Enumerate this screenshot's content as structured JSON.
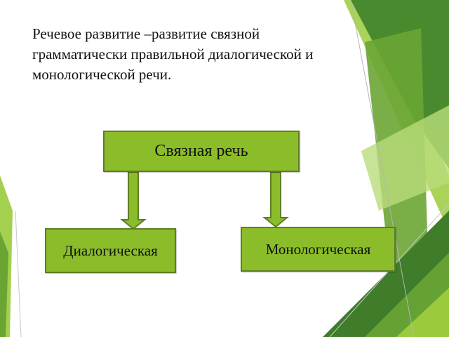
{
  "heading": {
    "line1": "Речевое развитие  –развитие связной",
    "line2": "грамматически правильной  диалогической и",
    "line3": "монологической речи."
  },
  "diagram": {
    "root": "Связная речь",
    "left_child": "Диалогическая",
    "right_child": "Монологическая"
  },
  "colors": {
    "box_fill": "#8bbd2a",
    "box_border": "#5f7d26",
    "arrow_fill": "#8bbd2a",
    "decor_dark": "#3f7d2a",
    "decor_mid": "#6aa534",
    "decor_light": "#9acb3c"
  }
}
